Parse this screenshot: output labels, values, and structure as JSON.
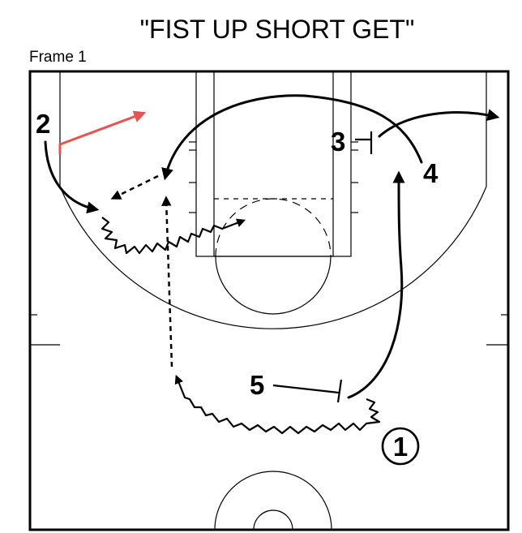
{
  "title": "\"FIST UP SHORT GET\"",
  "frame_label": "Frame 1",
  "players": {
    "p1": "1",
    "p2": "2",
    "p3": "3",
    "p4": "4",
    "p5": "5"
  },
  "colors": {
    "line": "#000000",
    "highlight_cut": "#e8534f"
  }
}
